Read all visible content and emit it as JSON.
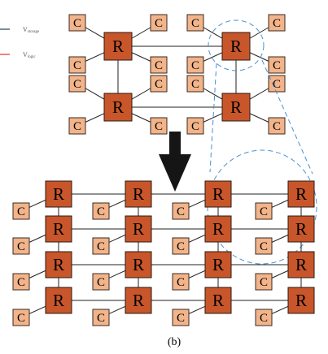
{
  "legend": {
    "storage": {
      "main": "V",
      "sub": "storage",
      "color": "#1f3a5f"
    },
    "logic": {
      "main": "V",
      "sub": "logic",
      "color": "#e0302a"
    }
  },
  "labels": {
    "router": "R",
    "core": "C"
  },
  "caption": "(b)",
  "colors": {
    "router_fill": "#c8562a",
    "router_stroke": "#2a1a10",
    "core_fill": "#f2b48a",
    "core_stroke": "#3a2a20",
    "wire": "#222222",
    "callout": "#4a90d0",
    "arrow": "#151515"
  },
  "top_mesh": {
    "rows": 2,
    "cols": 2
  },
  "bottom_mesh": {
    "rows": 4,
    "cols": 4
  }
}
